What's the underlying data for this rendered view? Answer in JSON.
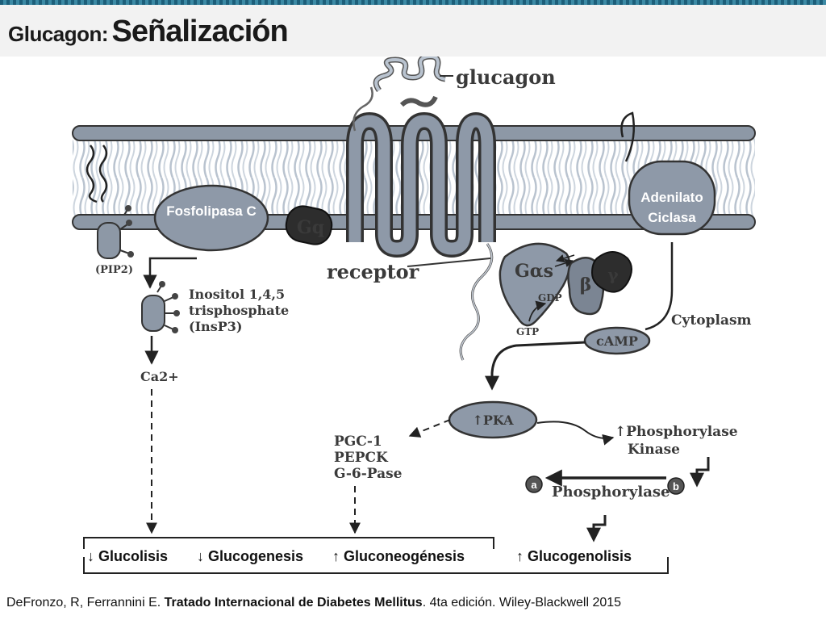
{
  "title": {
    "part1": "Glucagon:",
    "part2": "Señalización"
  },
  "labels": {
    "glucagon": "glucagon",
    "receptor": "receptor",
    "fosfolipasa": "Fosfolipasa C",
    "gq": "Gq",
    "adenilato_l1": "Adenilato",
    "adenilato_l2": "Ciclasa",
    "pip2": "(PIP2)",
    "inositol_l1": "Inositol 1,4,5",
    "inositol_l2": "trisphosphate",
    "inositol_l3": "(InsP3)",
    "ca": "Ca2+",
    "gas": "Gαs",
    "beta": "β",
    "gamma": "γ",
    "gdp": "GDP",
    "gtp": "GTP",
    "camp": "cAMP",
    "cytoplasm": "Cytoplasm",
    "pka": "↑PKA",
    "pgc1": "PGC-1",
    "pepck": "PEPCK",
    "g6pase": "G-6-Pase",
    "phosphorylase_kinase_l1": "↑Phosphorylase",
    "phosphorylase_kinase_l2": "Kinase",
    "phosphorylase": "Phosphorylase",
    "a": "a",
    "b": "b"
  },
  "outcomes": {
    "glucolisis": "↓ Glucolisis",
    "glucogenesis": "↓ Glucogenesis",
    "gluconeogenesis": "↑ Gluconeogénesis",
    "glucogenolisis": "↑ Glucogenolisis"
  },
  "reference": {
    "authors": "DeFronzo, R, Ferrannini E. ",
    "book": "Tratado Internacional de Diabetes Mellitus",
    "edition": ". 4ta edición. Wiley-Blackwell 2015"
  }
}
